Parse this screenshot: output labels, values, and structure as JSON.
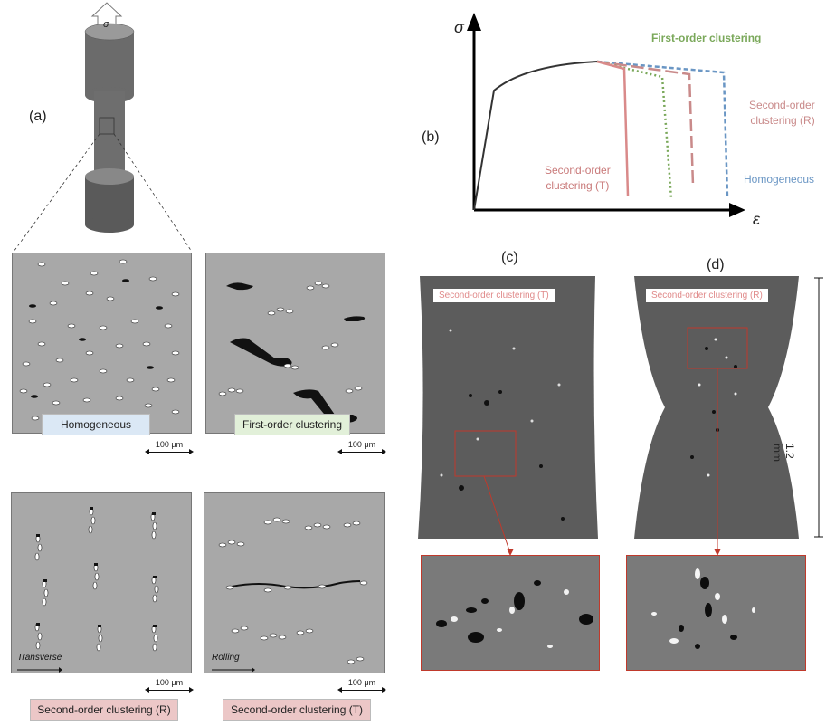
{
  "panels": {
    "a": "(a)",
    "b": "(b)",
    "c": "(c)",
    "d": "(d)"
  },
  "specimen": {
    "sigma": "σ"
  },
  "micrographs": {
    "scale_label": "100 μm",
    "homogeneous": "Homogeneous",
    "first_order": "First-order clustering",
    "second_order_R": "Second-order clustering (R)",
    "second_order_T": "Second-order clustering (T)",
    "transverse": "Transverse",
    "rolling": "Rolling"
  },
  "chart_data": {
    "type": "line",
    "xlabel": "ε",
    "ylabel": "σ",
    "series": [
      {
        "name": "First-order clustering",
        "color": "#7aa85a",
        "style": "dotted"
      },
      {
        "name": "Second-order clustering (R)",
        "color": "#c98a8a",
        "style": "dashed"
      },
      {
        "name": "Homogeneous",
        "color": "#6a96c4",
        "style": "dashed"
      },
      {
        "name": "Second-order clustering (T)",
        "color": "#d98a8a",
        "style": "solid"
      }
    ],
    "annotations": {
      "first_order": "First-order clustering",
      "second_order_R_line1": "Second-order",
      "second_order_R_line2": "clustering (R)",
      "homogeneous": "Homogeneous",
      "second_order_T_line1": "Second-order",
      "second_order_T_line2": "clustering (T)"
    }
  },
  "tomography": {
    "c_label": "Second-order clustering (T)",
    "d_label": "Second-order clustering (R)",
    "length": "1.2 mm"
  },
  "colors": {
    "accent_red": "#c0392b",
    "micrograph_bg": "#a8a8a8"
  }
}
